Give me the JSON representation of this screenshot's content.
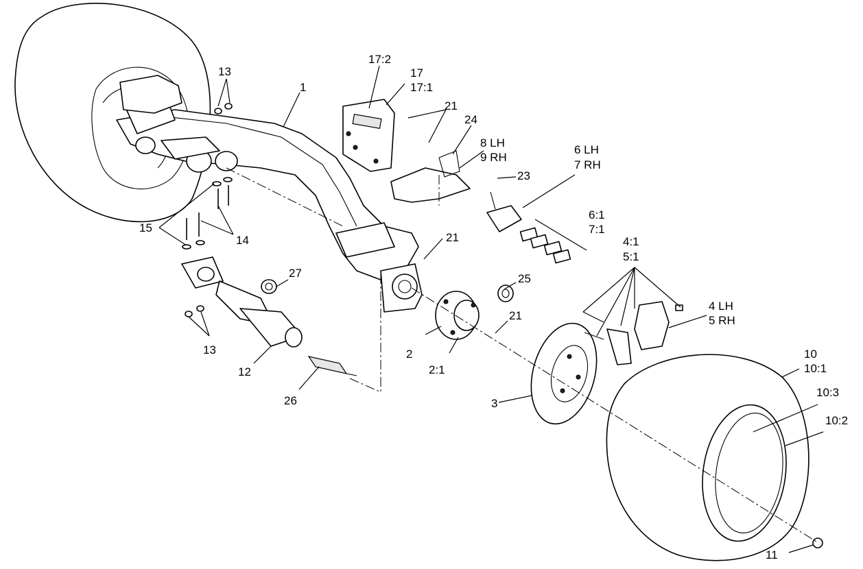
{
  "callouts": {
    "c1": "1",
    "c2": "2",
    "c2_1": "2:1",
    "c3": "3",
    "c4_1": "4:1",
    "c5_1": "5:1",
    "c4lh": "4 LH",
    "c5rh": "5 RH",
    "c6lh": "6 LH",
    "c7rh": "7 RH",
    "c6_1": "6:1",
    "c7_1": "7:1",
    "c8lh": "8 LH",
    "c9rh": "9 RH",
    "c10": "10",
    "c10_1": "10:1",
    "c10_2": "10:2",
    "c10_3": "10:3",
    "c11": "11",
    "c12": "12",
    "c13a": "13",
    "c13b": "13",
    "c14": "14",
    "c15": "15",
    "c17": "17",
    "c17_1": "17:1",
    "c17_2": "17:2",
    "c21a": "21",
    "c21b": "21",
    "c21c": "21",
    "c23": "23",
    "c24": "24",
    "c25": "25",
    "c26": "26",
    "c27": "27"
  }
}
